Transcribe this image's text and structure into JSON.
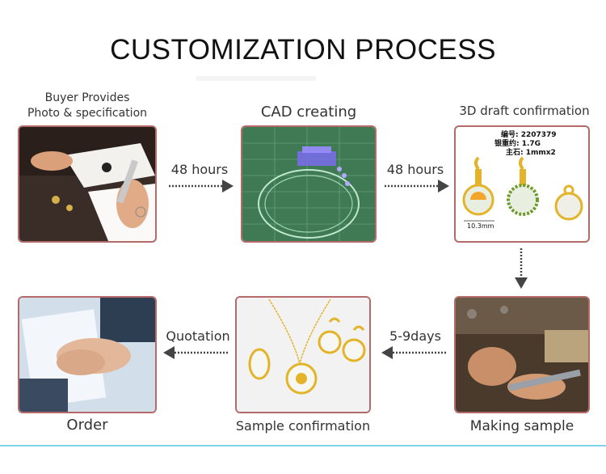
{
  "title": "CUSTOMIZATION PROCESS",
  "steps": {
    "buyer": "Buyer Provides\nPhoto & specification",
    "cad": "CAD creating",
    "draft": "3D draft confirmation",
    "making": "Making sample",
    "sample": "Sample confirmation",
    "order": "Order"
  },
  "arrows": {
    "a1": "48 hours",
    "a2": "48 hours",
    "a3": "5-9days",
    "a4": "Quotation"
  },
  "draft_specs": {
    "line1": "编号: 2207379",
    "line2": "银重约: 1.7G",
    "line3": "主石: 1mmx2",
    "dimension": "10.3mm"
  },
  "colors": {
    "border": "#b56a6a",
    "accent_line": "#7fd3e8",
    "cad_green": "#3f7a54",
    "gold": "#e3b32a"
  }
}
